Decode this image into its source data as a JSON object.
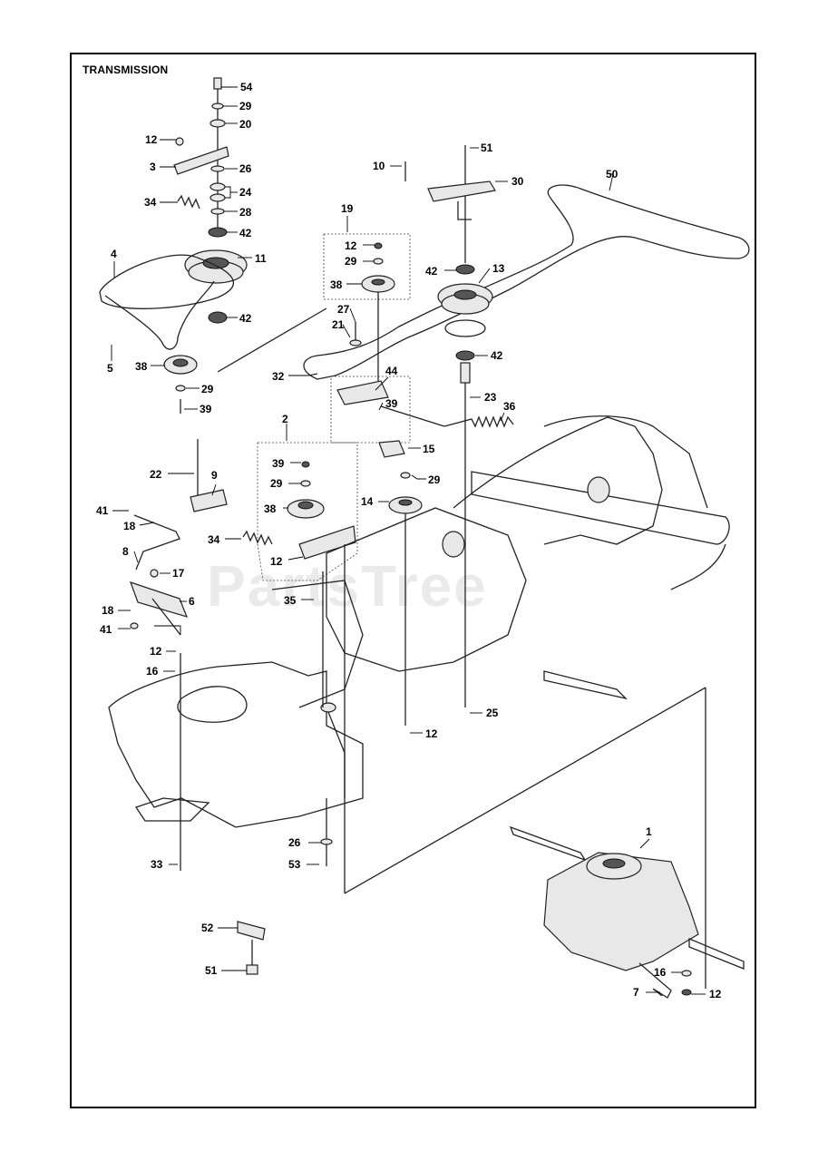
{
  "title": "TRANSMISSION",
  "watermark": "PartsTree",
  "labels": {
    "l54": "54",
    "l29a": "29",
    "l20": "20",
    "l12a": "12",
    "l3": "3",
    "l26a": "26",
    "l24": "24",
    "l34a": "34",
    "l28": "28",
    "l42a": "42",
    "l4": "4",
    "l11": "11",
    "l42b": "42",
    "l5": "5",
    "l38a": "38",
    "l29b": "29",
    "l39a": "39",
    "l10": "10",
    "l51a": "51",
    "l30": "30",
    "l50": "50",
    "l19": "19",
    "l12b": "12",
    "l29c": "29",
    "l38b": "38",
    "l42c": "42",
    "l13": "13",
    "l27": "27",
    "l21": "21",
    "l42d": "42",
    "l32": "32",
    "l44": "44",
    "l39b": "39",
    "l23": "23",
    "l36": "36",
    "l2": "2",
    "l15": "15",
    "l39c": "39",
    "l22": "22",
    "l9": "9",
    "l29d": "29",
    "l29e": "29",
    "l38c": "38",
    "l14": "14",
    "l41a": "41",
    "l18a": "18",
    "l34b": "34",
    "l8": "8",
    "l12c": "12",
    "l17": "17",
    "l35": "35",
    "l18b": "18",
    "l6": "6",
    "l41b": "41",
    "l12d": "12",
    "l16a": "16",
    "l25": "25",
    "l12e": "12",
    "l1": "1",
    "l26b": "26",
    "l33": "33",
    "l53": "53",
    "l52": "52",
    "l51b": "51",
    "l16b": "16",
    "l7": "7",
    "l12f": "12"
  },
  "colors": {
    "ink": "#000000",
    "background": "#ffffff",
    "watermark": "#d9d9d9"
  }
}
